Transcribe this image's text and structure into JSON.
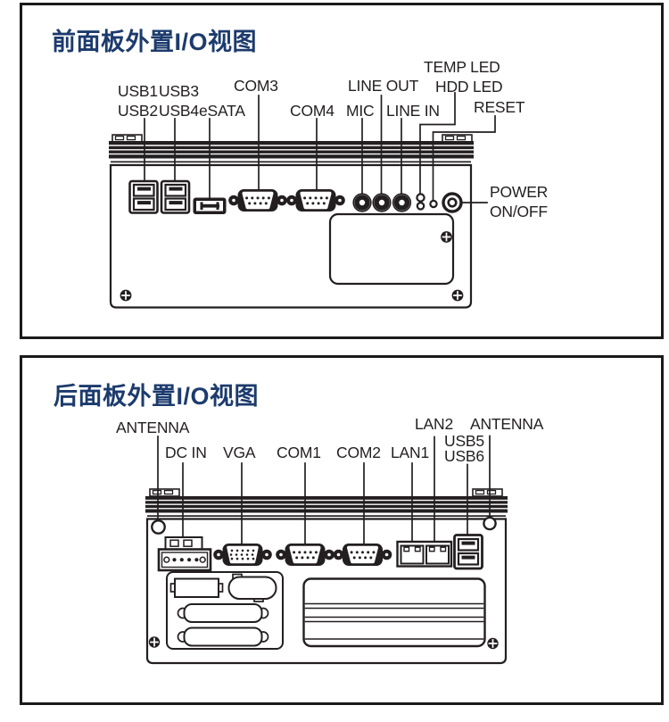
{
  "colors": {
    "title": "#1c3b6d",
    "ink": "#231f20",
    "background": "#ffffff"
  },
  "front_panel": {
    "title": "前面板外置I/O视图",
    "labels": {
      "usb1": "USB1",
      "usb3": "USB3",
      "usb2": "USB2",
      "usb4": "USB4",
      "esata": "eSATA",
      "com3": "COM3",
      "com4": "COM4",
      "mic": "MIC",
      "line_out": "LINE OUT",
      "line_in": "LINE IN",
      "temp_led": "TEMP LED",
      "hdd_led": "HDD LED",
      "reset": "RESET",
      "power": "POWER",
      "power_onoff": "ON/OFF"
    }
  },
  "rear_panel": {
    "title": "后面板外置I/O视图",
    "labels": {
      "antenna_left": "ANTENNA",
      "dc_in": "DC IN",
      "vga": "VGA",
      "com1": "COM1",
      "com2": "COM2",
      "lan1": "LAN1",
      "lan2": "LAN2",
      "usb5": "USB5",
      "usb6": "USB6",
      "antenna_right": "ANTENNA"
    }
  }
}
